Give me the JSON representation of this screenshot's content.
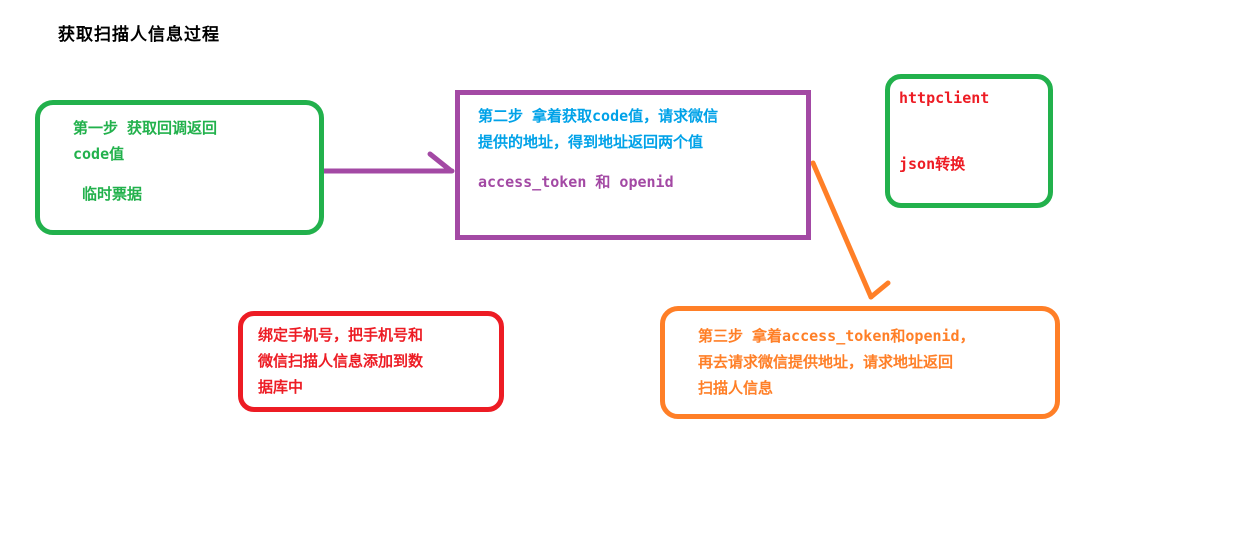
{
  "title": "获取扫描人信息过程",
  "colors": {
    "green": "#22B14C",
    "purple": "#A349A4",
    "red": "#ED1C24",
    "orange": "#FF7F27",
    "blue": "#00A2E8",
    "title_text": "#000000",
    "background": "#FFFFFF"
  },
  "boxes": {
    "step1": {
      "lines": [
        "第一步 获取回调返回",
        "code值"
      ],
      "note": "临时票据"
    },
    "step2": {
      "desc": [
        "第二步 拿着获取code值，请求微信",
        "提供的地址，得到地址返回两个值"
      ],
      "values": "access_token 和 openid"
    },
    "tools": {
      "line1": "httpclient",
      "line2": "json转换"
    },
    "bind": {
      "lines": [
        "绑定手机号，把手机号和",
        "微信扫描人信息添加到数",
        "据库中"
      ]
    },
    "step3": {
      "lines": [
        "第三步 拿着access_token和openid，",
        "再去请求微信提供地址，请求地址返回",
        "扫描人信息"
      ]
    }
  }
}
